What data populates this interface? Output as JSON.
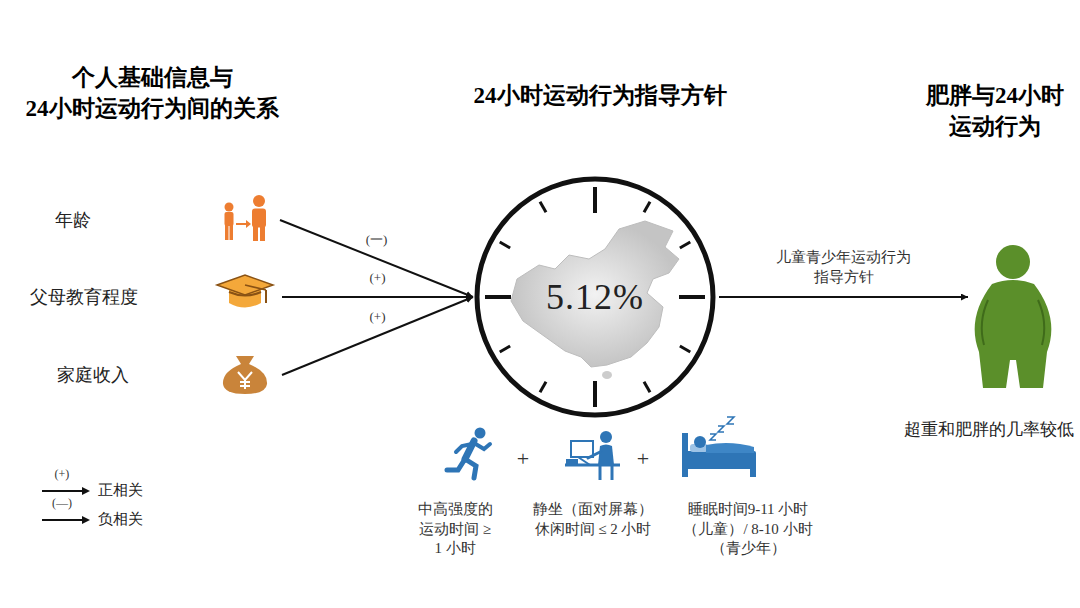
{
  "diagram": {
    "nodes": [
      {
        "text": [
          "年龄"
        ]
      },
      {
        "text": [
          "父母教育程度"
        ]
      },
      {
        "text": [
          "家庭收入"
        ]
      },
      {
        "text": [
          "5.12%"
        ]
      },
      {
        "text": [
          "超重和肥胖的几率较低"
        ]
      }
    ],
    "edges": [
      {
        "from": 0,
        "to": 3,
        "label": "(一)",
        "arrow": "to"
      },
      {
        "from": 1,
        "to": 3,
        "label": "(+)",
        "arrow": "to"
      },
      {
        "from": 2,
        "to": 3,
        "label": "(+)",
        "arrow": "to"
      },
      {
        "from": 3,
        "to": 4,
        "label": "儿童青少年运动行为 指导方针",
        "arrow": "to"
      }
    ],
    "labels": [
      "个人基础信息与 24小时运动行为间的关系",
      "24小时运动行为指导方针",
      "肥胖与24小时 运动行为",
      "中高强度的 运动时间 ≥ 1 小时",
      "+",
      "静坐（面对屏幕） 休闲时间 ≤ 2 小时",
      "+",
      "睡眠时间9-11 小时（儿童）/ 8-10 小时（青少年）",
      "(+)",
      "(—)"
    ],
    "legend": [
      {
        "text": "正相关"
      },
      {
        "text": "负相关"
      }
    ]
  }
}
